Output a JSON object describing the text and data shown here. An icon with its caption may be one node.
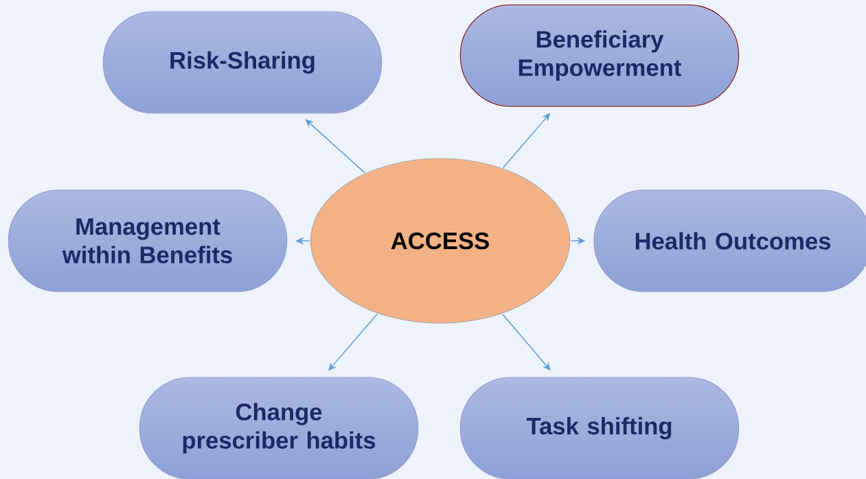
{
  "diagram": {
    "nodes": [
      {
        "text": [
          "ACCESS"
        ]
      },
      {
        "text": [
          "Risk-Sharing"
        ]
      },
      {
        "text": [
          "Beneficiary Empowerment"
        ]
      },
      {
        "text": [
          "Management within Benefits"
        ]
      },
      {
        "text": [
          "Health Outcomes"
        ]
      },
      {
        "text": [
          "Change prescriber habits"
        ]
      },
      {
        "text": [
          "Task shifting"
        ]
      }
    ],
    "edges": [
      {
        "from": 0,
        "to": 1,
        "arrow": "to"
      },
      {
        "from": 0,
        "to": 2,
        "arrow": "to"
      },
      {
        "from": 0,
        "to": 3,
        "arrow": "to"
      },
      {
        "from": 0,
        "to": 4,
        "arrow": "to"
      },
      {
        "from": 0,
        "to": 5,
        "arrow": "to"
      },
      {
        "from": 0,
        "to": 6,
        "arrow": "to"
      }
    ]
  }
}
